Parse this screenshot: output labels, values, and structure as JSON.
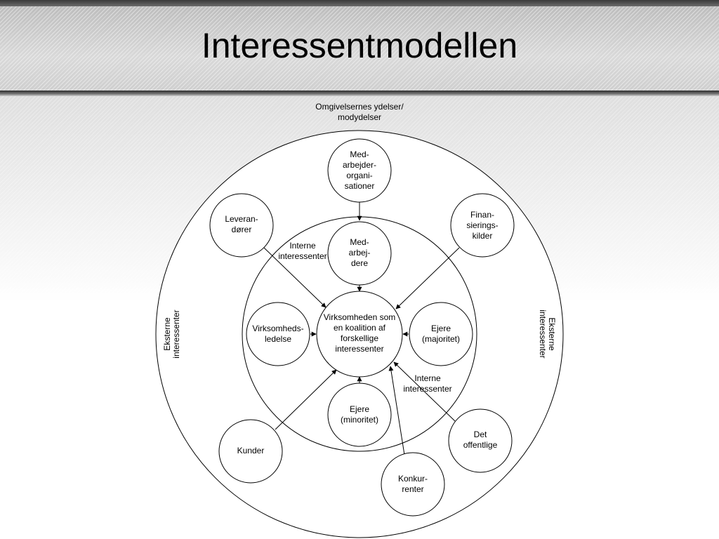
{
  "slide": {
    "title": "Interessentmodellen"
  },
  "diagram": {
    "top_label": "Omgivelsernes ydelser/\nmodydelser",
    "external_left": "Eksterne\ninteressenter",
    "external_right": "Eksterne\ninteressenter",
    "internal_upper": "Interne\ninteressenter",
    "internal_lower": "Interne\ninteressenter",
    "nodes": {
      "center": "Virksomheden som\nen koalition af\nforskellige\ninteressenter",
      "med_org": "Med-\narbejder-\norgani-\nsationer",
      "medarbejdere": "Med-\narbej-\ndere",
      "leverandorer": "Leveran-\ndører",
      "finansiering": "Finan-\nsierings-\nkilder",
      "ledelse": "Virksomheds-\nledelse",
      "ejere_maj": "Ejere\n(majoritet)",
      "ejere_min": "Ejere\n(minoritet)",
      "kunder": "Kunder",
      "offentlige": "Det\noffentlige",
      "konkurrenter": "Konkur-\nrenter"
    }
  }
}
